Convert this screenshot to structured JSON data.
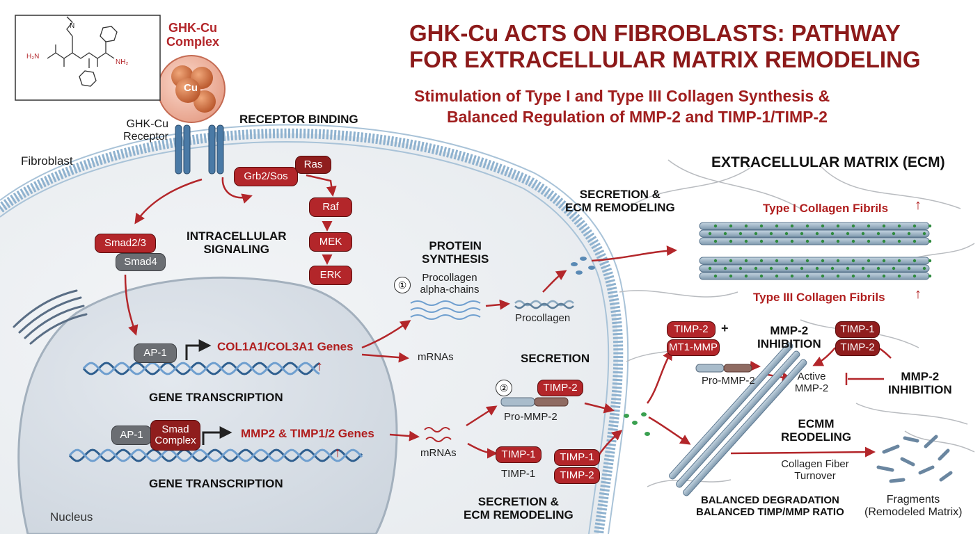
{
  "title": {
    "line1": "GHK-Cu ACTS ON FIBROBLASTS:  PATHWAY",
    "line2": "FOR EXTRACELLULAR MATRIX REMODELING"
  },
  "subtitle": {
    "line1": "Stimulation of Type I and Type III Collagen Synthesis &",
    "line2": "Balanced Regulation of MMP-2 and TIMP-1/TIMP-2"
  },
  "complex": {
    "line1": "GHK-Cu",
    "line2": "Complex",
    "cu": "Cu"
  },
  "structure_atoms": {
    "nh2_left": "H₂N",
    "nh2_right": "NH₂",
    "n_methyl": "N"
  },
  "receptor": {
    "line1": "GHK-Cu",
    "line2": "Receptor"
  },
  "labels": {
    "fibroblast": "Fibroblast",
    "receptor_binding": "RECEPTOR BINDING",
    "intracellular_1": "INTRACELLULAR",
    "intracellular_2": "SIGNALING",
    "nucleus": "Nucleus",
    "gene_transcription_1": "GENE TRANSCRIPTION",
    "gene_transcription_2": "GENE TRANSCRIPTION",
    "col_genes": "COL1A1/COL3A1 Genes",
    "mmp_genes": "MMP2 & TIMP1/2 Genes",
    "protein_synth_1": "PROTEIN",
    "protein_synth_2": "SYNTHESIS",
    "step1": "①",
    "step2": "②",
    "procollagen_chains_1": "Procollagen",
    "procollagen_chains_2": "alpha-chains",
    "procollagen": "Procollagen",
    "mrnas_1": "mRNAs",
    "mrnas_2": "mRNAs",
    "secretion": "SECRETION",
    "secretion_ecm_top_1": "SECRETION &",
    "secretion_ecm_top_2": "ECM REMODELING",
    "secretion_ecm_bot_1": "SECRETION &",
    "secretion_ecm_bot_2": "ECM REMODELING",
    "pro_mmp2_low": "Pro-MMP-2",
    "timp1_text": "TIMP-1",
    "ecm": "EXTRACELLULAR MATRIX (ECM)",
    "type1": "Type I Collagen Fibrils",
    "type3": "Type III Collagen Fibrils",
    "plus": "+",
    "mmp2_inhib_1a": "MMP-2",
    "mmp2_inhib_1b": "INHIBITION",
    "mmp2_inhib_2a": "MMP-2",
    "mmp2_inhib_2b": "INHIBITION",
    "pro_mmp2_ecm": "Pro-MMP-2",
    "active_1": "Active",
    "active_2": "MMP-2",
    "ecmm_1": "ECMM",
    "ecmm_2": "REODELING",
    "turnover_1": "Collagen Fiber",
    "turnover_2": "Turnover",
    "balanced_1": "BALANCED DEGRADATION",
    "balanced_2": "BALANCED TIMP/MMP RATIO",
    "fragments_1": "Fragments",
    "fragments_2": "(Remodeled Matrix)",
    "up_arrow": "↑"
  },
  "pills": {
    "grb2": "Grb2/Sos",
    "ras": "Ras",
    "raf": "Raf",
    "mek": "MEK",
    "erk": "ERK",
    "smad23": "Smad2/3",
    "smad4": "Smad4",
    "ap1_a": "AP-1",
    "ap1_b": "AP-1",
    "smad_complex": "Smad Complex",
    "timp2_mid": "TIMP-2",
    "timp1_mid": "TIMP-1",
    "timp1_sec": "TIMP-1",
    "timp2_sec": "TIMP-2",
    "timp2_ecm": "TIMP-2",
    "mt1mmp": "MT1-MMP",
    "timp1_ecm": "TIMP-1",
    "timp2_ecm2": "TIMP-2"
  },
  "colors": {
    "accent_red": "#b3262a",
    "title_red": "#8c1a1a",
    "membrane_blue": "#8fb2cf",
    "cell_bg": "#eef1f4",
    "nucleus_bg": "#dde3ea"
  }
}
